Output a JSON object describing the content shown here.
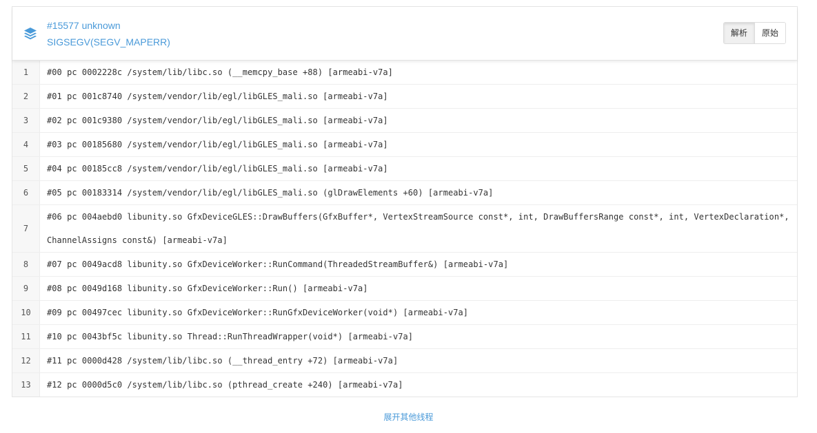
{
  "header": {
    "thread_title": "#15577 unknown",
    "signal": "SIGSEGV(SEGV_MAPERR)",
    "icon": "layers-icon",
    "buttons": {
      "analyze_label": "解析",
      "raw_label": "原始"
    }
  },
  "frames": [
    {
      "num": "1",
      "text": "#00 pc 0002228c /system/lib/libc.so (__memcpy_base +88) [armeabi-v7a]"
    },
    {
      "num": "2",
      "text": "#01 pc 001c8740 /system/vendor/lib/egl/libGLES_mali.so [armeabi-v7a]"
    },
    {
      "num": "3",
      "text": "#02 pc 001c9380 /system/vendor/lib/egl/libGLES_mali.so [armeabi-v7a]"
    },
    {
      "num": "4",
      "text": "#03 pc 00185680 /system/vendor/lib/egl/libGLES_mali.so [armeabi-v7a]"
    },
    {
      "num": "5",
      "text": "#04 pc 00185cc8 /system/vendor/lib/egl/libGLES_mali.so [armeabi-v7a]"
    },
    {
      "num": "6",
      "text": "#05 pc 00183314 /system/vendor/lib/egl/libGLES_mali.so (glDrawElements +60) [armeabi-v7a]"
    },
    {
      "num": "7",
      "text": "#06 pc 004aebd0 libunity.so GfxDeviceGLES::DrawBuffers(GfxBuffer*, VertexStreamSource const*, int, DrawBuffersRange const*, int, VertexDeclaration*, ChannelAssigns const&) [armeabi-v7a]"
    },
    {
      "num": "8",
      "text": "#07 pc 0049acd8 libunity.so GfxDeviceWorker::RunCommand(ThreadedStreamBuffer&) [armeabi-v7a]"
    },
    {
      "num": "9",
      "text": "#08 pc 0049d168 libunity.so GfxDeviceWorker::Run() [armeabi-v7a]"
    },
    {
      "num": "10",
      "text": "#09 pc 00497cec libunity.so GfxDeviceWorker::RunGfxDeviceWorker(void*) [armeabi-v7a]"
    },
    {
      "num": "11",
      "text": "#10 pc 0043bf5c libunity.so Thread::RunThreadWrapper(void*) [armeabi-v7a]"
    },
    {
      "num": "12",
      "text": "#11 pc 0000d428 /system/lib/libc.so (__thread_entry +72) [armeabi-v7a]"
    },
    {
      "num": "13",
      "text": "#12 pc 0000d5c0 /system/lib/libc.so (pthread_create +240) [armeabi-v7a]"
    }
  ],
  "footer": {
    "expand_label": "展开其他线程"
  },
  "colors": {
    "link": "#4a9ad9",
    "border": "#e5e5e5",
    "gutter": "#f7f7f7"
  }
}
